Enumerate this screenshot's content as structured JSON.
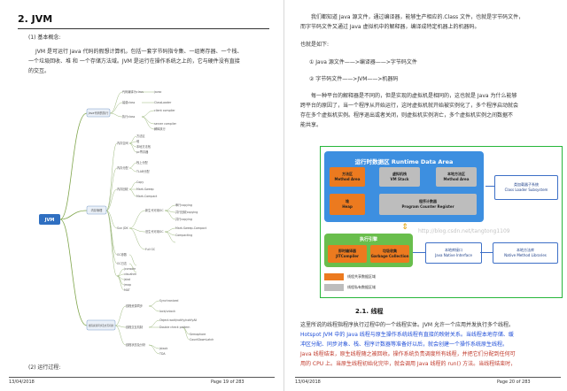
{
  "left": {
    "section_title": "2. JVM",
    "sub1": "(1) 基本概念:",
    "para1_l1": "JVM 是可运行 Java 代码的假想计算机，包括一套字节码指令集、一组寄存器、一个栈、",
    "para1_l2": "一个垃圾回收、堆 和 一个存储方法域。JVM 是运行在操作系统之上的，它与硬件没有直接",
    "para1_l3": "的交互。",
    "mindmap": {
      "center": "JVM",
      "branch1": "Java代码的执行",
      "branch1_items": [
        "代码编译为class",
        "装载class",
        "执行class"
      ],
      "branch1_leaves": [
        "javac",
        "ClassLoader",
        "client compiler",
        "server compiler",
        "解释执行"
      ],
      "branch2": "内存管理",
      "branch2_items": [
        "内存空间",
        "内存分配",
        "内存回收",
        "Sun JDK",
        "GC参数",
        "GC日志"
      ],
      "branch2_leaves": [
        "方法区",
        "堆",
        "本地方法栈",
        "pc寄存器",
        "栈上分配",
        "TLAB分配",
        "Copy",
        "Mark-Sweep",
        "Mark-Compact",
        "新生代可用GC",
        "旧生代可用GC",
        "串行copying",
        "并行回收copying",
        "并行copying",
        "Mark-Sweep-Compact",
        "Compacting",
        "Full GC",
        "jconsole",
        "visualvm",
        "jstat",
        "jmap",
        "MAT"
      ],
      "branch3": "线程资源同步及交互机制",
      "branch3_items": [
        "线程资源同步",
        "线程交互机制",
        "线程状态及分析"
      ],
      "branch3_leaves": [
        "Synchronized",
        "lock/unlock",
        "Object.wait/notify/notifyAll",
        "Double check pattern",
        "Semaphore",
        "CountDownLatch",
        "jstack",
        "TDA"
      ]
    },
    "sub2": "(2) 运行过程:",
    "footer_date": "13/04/2018",
    "footer_page": "Page 19 of 283"
  },
  "right": {
    "p1_l1": "我们都知道 Java 源文件，通过编译器，能够生产相应的.Class 文件，也就是字节码文件，",
    "p1_l2": "而字节码文件又通过 Java 虚拟机中的解释器，编译成特定机器上的机器码。",
    "p2": "也就是如下:",
    "step1": "① Java 源文件——>编译器——>字节码文件",
    "step2": "② 字节码文件——>JVM——>机器码",
    "p3_l1": "每一种平台的解释器是不同的，但是实现的虚拟机是相同的，这也就是 Java 为什么能够",
    "p3_l2": "跨平台的原因了，当一个程序从开始运行，这时虚拟机就开始被实例化了，多个程序启动就会",
    "p3_l3": "存在多个虚拟机实例。程序退出或者关闭，则虚拟机实例消亡，多个虚拟机实例之间数据不",
    "p3_l4": "能共享。",
    "diagram": {
      "rda_title": "运行时数据区  Runtime Data Area",
      "method_area": [
        "方法区",
        "Method Area"
      ],
      "vm_stack": [
        "虚拟机栈",
        "VM Stack"
      ],
      "native_method_area": [
        "本地方法区",
        "Method Area"
      ],
      "heap": [
        "堆",
        "Heap"
      ],
      "pc": [
        "程序计数器",
        "Program Counter Register"
      ],
      "class_loader": [
        "类加载器子系统",
        "Class Loader Subsystem"
      ],
      "exec_engine": "执行引擎",
      "jit": [
        "即时编译器",
        "JITCompiler"
      ],
      "gc": [
        "垃圾收集",
        "Garbage Collection"
      ],
      "jni": [
        "本地库接口",
        "Java Native Interface"
      ],
      "native_libs": [
        "本地方法库",
        "Native Method Libraries"
      ],
      "legend1": "线程共享数据区域",
      "legend2": "线程私有数据区域",
      "watermark": "http://blog.csdn.net/tangtong1109"
    },
    "h_thread": "2.1. 线程",
    "t1": "这里所说的线程指程序执行过程中的一个线程实体。JVM 允许一个应用并发执行多个线程。",
    "t2": "Hotspot JVM 中的 Java 线程与原生操作系统线程有直接的映射关系。当线程本地存储、缓",
    "t3": "冲区分配、同步对象、栈、程序计数器等准备好以后，就会创建一个操作系统原生线程。",
    "t4": "Java 线程结束，原生线程随之被回收。操作系统负责调度所有线程，并把它们分配到任何可",
    "t5": "用的 CPU 上。当原生线程初始化完毕，就会调用 Java 线程的 run() 方法。当线程结束时，",
    "footer_date": "13/04/2018",
    "footer_page": "Page 20 of 283"
  },
  "colors": {
    "rda_blue": "#3d8fe0",
    "orange": "#ec7a1f",
    "green": "#69be4c",
    "frame_green": "#27b63a",
    "link_blue": "#1f4ed8"
  }
}
